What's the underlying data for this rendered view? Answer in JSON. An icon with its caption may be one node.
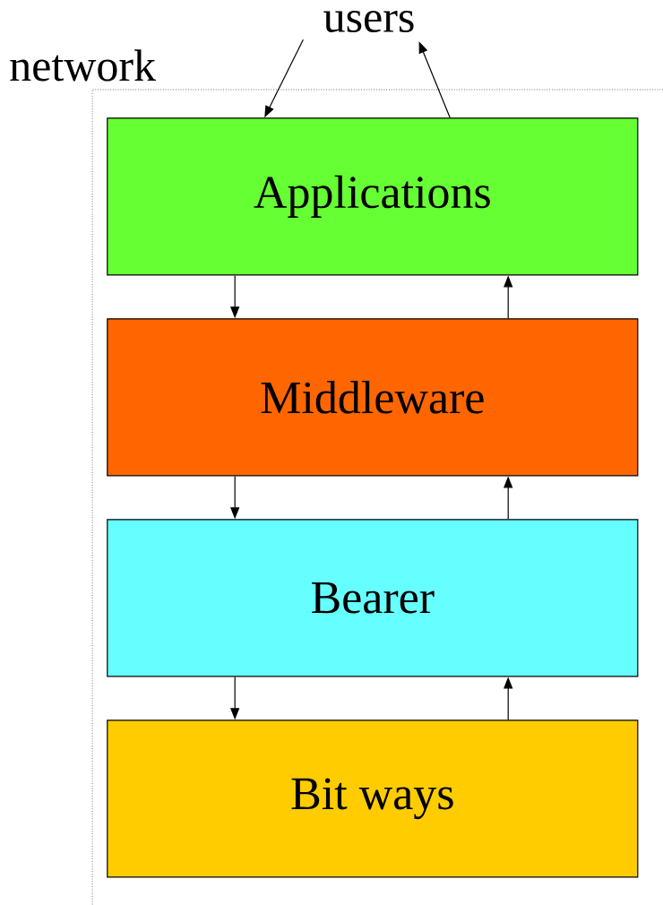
{
  "diagram": {
    "nodes": [
      {
        "text": [
          "users"
        ]
      },
      {
        "text": [
          "network"
        ]
      },
      {
        "text": [
          "Applications"
        ],
        "in": 1
      },
      {
        "text": [
          "Middleware"
        ],
        "in": 1
      },
      {
        "text": [
          "Bearer"
        ],
        "in": 1
      },
      {
        "text": [
          "Bit ways"
        ],
        "in": 1
      }
    ],
    "edges": [
      {
        "from": 0,
        "to": 2,
        "arrow": "to"
      },
      {
        "from": 2,
        "to": 0,
        "arrow": "to"
      },
      {
        "from": 2,
        "to": 3,
        "arrow": "to"
      },
      {
        "from": 3,
        "to": 2,
        "arrow": "to"
      },
      {
        "from": 3,
        "to": 4,
        "arrow": "to"
      },
      {
        "from": 4,
        "to": 3,
        "arrow": "to"
      },
      {
        "from": 4,
        "to": 5,
        "arrow": "to"
      },
      {
        "from": 5,
        "to": 4,
        "arrow": "to"
      }
    ]
  }
}
